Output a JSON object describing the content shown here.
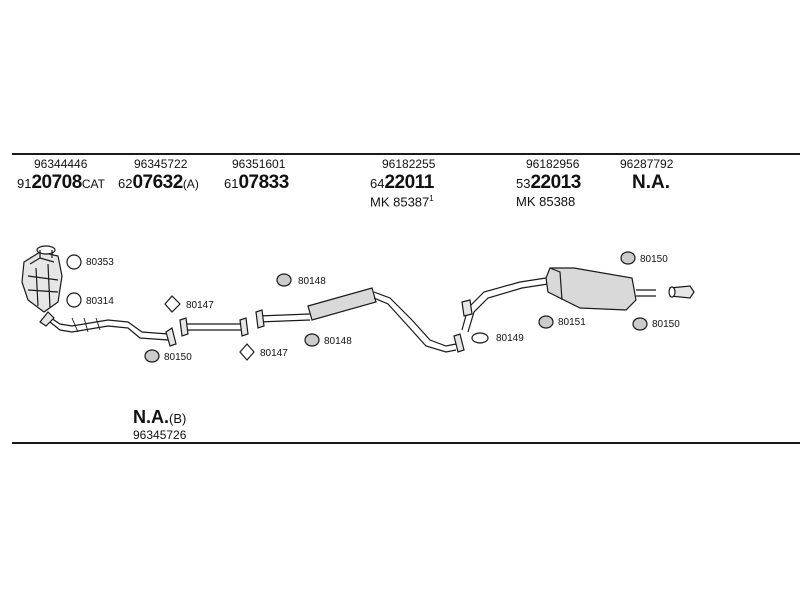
{
  "header": {
    "columns": [
      {
        "top": "96344446",
        "prefix": "91",
        "main": "20708",
        "suffix": "CAT"
      },
      {
        "top": "96345722",
        "prefix": "62",
        "main": "07632",
        "suffix": "(A)"
      },
      {
        "top": "96351601",
        "prefix": "61",
        "main": "07833",
        "suffix": ""
      },
      {
        "top": "96182255",
        "prefix": "64",
        "main": "22011",
        "suffix": "",
        "mk": "MK  85387",
        "mk_sup": "1"
      },
      {
        "top": "96182956",
        "prefix": "53",
        "main": "22013",
        "suffix": "",
        "mk": "MK  85388"
      },
      {
        "top": "96287792",
        "na": "N.A."
      }
    ]
  },
  "callouts": {
    "c1": "80353",
    "c2": "80314",
    "c3": "80147",
    "c4": "80150",
    "c5": "80147",
    "c6": "80148",
    "c7": "80148",
    "c8": "80149",
    "c9": "80150",
    "c10": "80151",
    "c11": "80150"
  },
  "footer": {
    "na": "N.A.",
    "na_suffix": "(B)",
    "number": "96345726"
  },
  "colors": {
    "line": "#1a1a1a",
    "part_fill": "#d9d9d9"
  }
}
